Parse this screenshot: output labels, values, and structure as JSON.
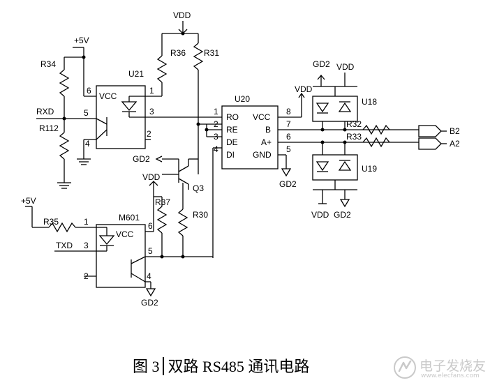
{
  "labels": {
    "vdd_top": "VDD",
    "plus5v_top": "+5V",
    "r34": "R34",
    "r36": "R36",
    "r31": "R31",
    "u21": "U21",
    "u20": "U20",
    "rxd": "RXD",
    "r112": "R112",
    "gd2_q3": "GD2",
    "q3": "Q3",
    "vdd_mid": "VDD",
    "r37": "R37",
    "r30": "R30",
    "plus5v_bottom": "+5V",
    "r35": "R35",
    "m601": "M601",
    "txd": "TXD",
    "gd2_m601": "GD2",
    "gd2_u20": "GD2",
    "vdd_u20": "VDD",
    "gd2_u18": "GD2",
    "vdd_u18": "VDD",
    "u18": "U18",
    "r32": "R32",
    "r33": "R33",
    "b2": "B2",
    "a2": "A2",
    "u19": "U19",
    "vdd_u19": "VDD",
    "gd2_u19": "GD2"
  },
  "chips": {
    "u21": {
      "vcc": "VCC",
      "pins": [
        "6",
        "5",
        "4",
        "1",
        "3",
        "2"
      ]
    },
    "m601": {
      "vcc": "VCC",
      "pins": [
        "1",
        "3",
        "2",
        "6",
        "5",
        "4"
      ]
    },
    "u20": {
      "left_pins": [
        "RO",
        "RE",
        "DE",
        "DI"
      ],
      "right_pins": [
        "VCC",
        "B",
        "A+",
        "GND"
      ],
      "left_nums": [
        "1",
        "2",
        "3",
        "4"
      ],
      "right_nums": [
        "8",
        "7",
        "6",
        "5"
      ]
    }
  },
  "caption": {
    "fig": "图 3",
    "title": "双路 RS485 通讯电路"
  },
  "watermark": {
    "text": "电子发烧友",
    "url": "www.elecfans.com"
  }
}
